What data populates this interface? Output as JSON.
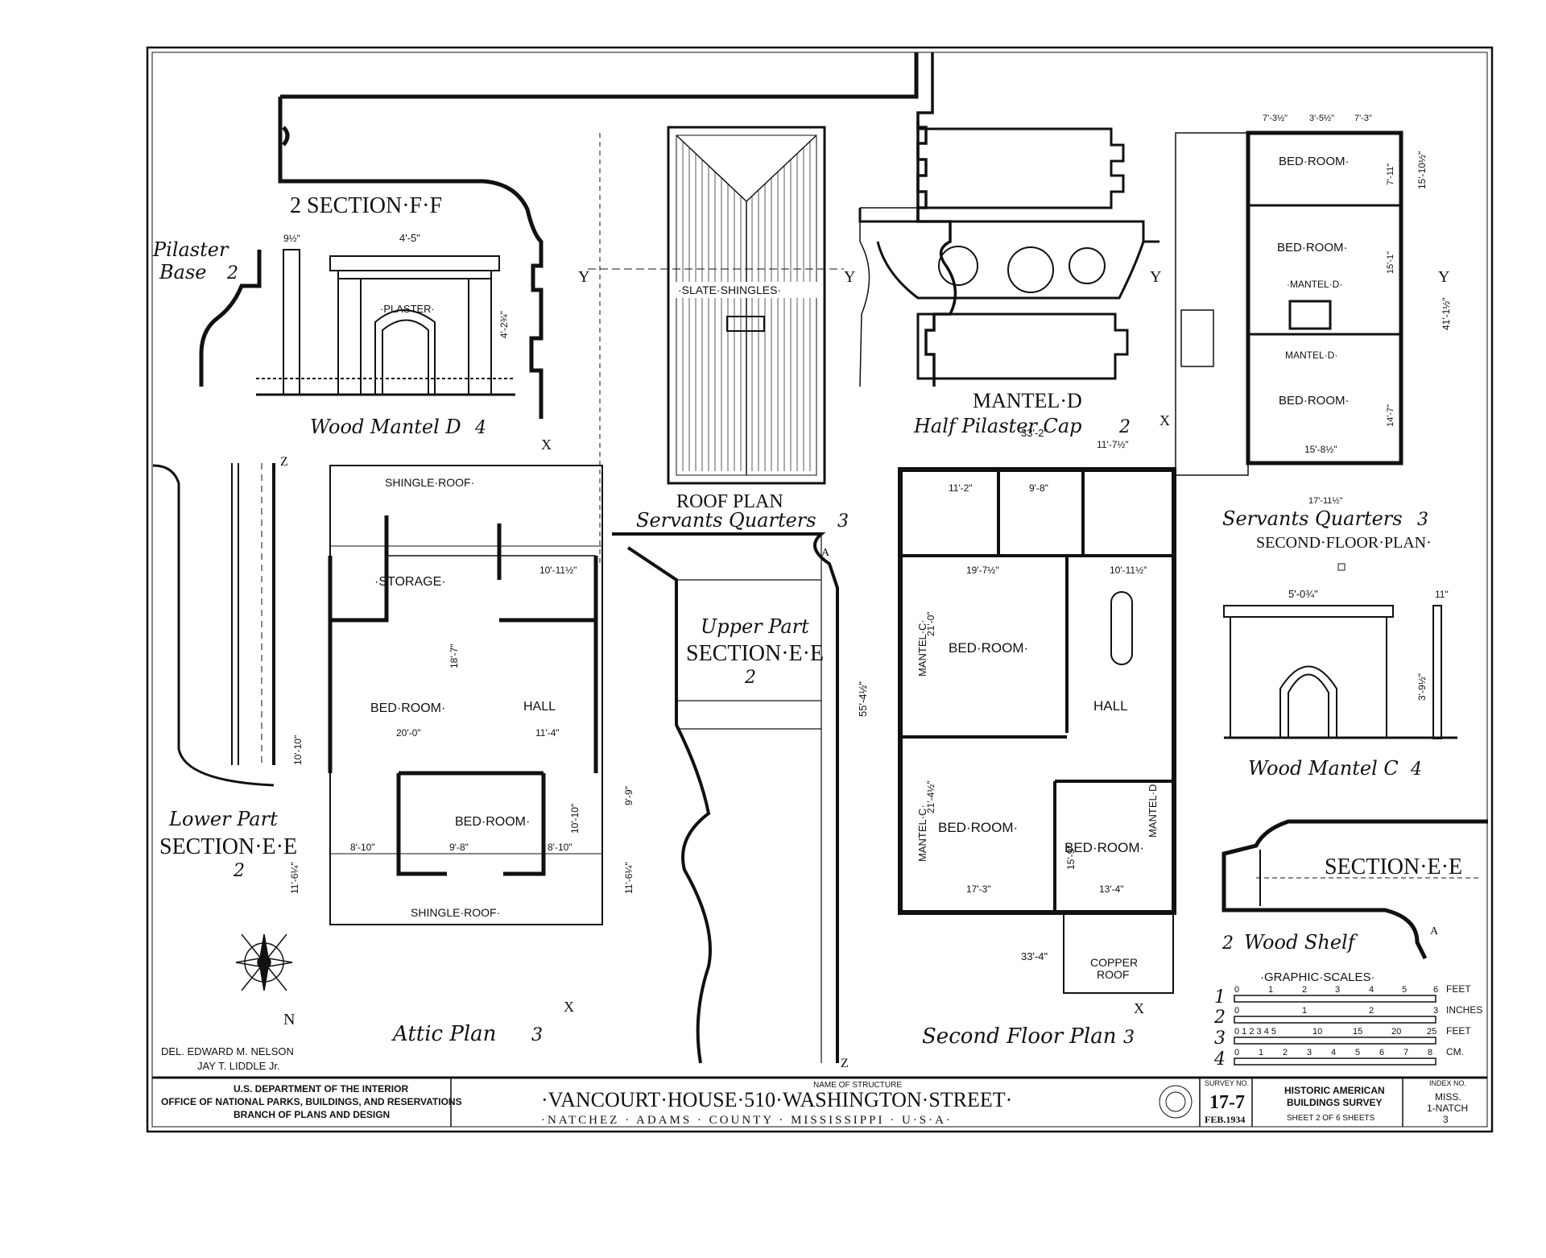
{
  "labels": {
    "section_ff": "2 SECTION·F·F",
    "pilaster_base_1": "Pilaster",
    "pilaster_base_2": "Base",
    "pilaster_base_num": "2",
    "wood_mantel_d": "Wood Mantel D",
    "wood_mantel_d_num": "4",
    "plaster": "·PLASTER·",
    "slate_shingles": "·SLATE·SHINGLES·",
    "roof_plan": "ROOF PLAN",
    "servants_quarters_roof": "Servants Quarters",
    "servants_quarters_roof_num": "3",
    "mantel_d": "MANTEL·D",
    "half_pilaster_cap": "Half Pilaster Cap",
    "half_pilaster_cap_num": "2",
    "upper_part": "Upper Part",
    "section_ee_upper": "SECTION·E·E",
    "section_ee_upper_num": "2",
    "lower_part": "Lower Part",
    "section_ee_lower": "SECTION·E·E",
    "section_ee_lower_num": "2",
    "attic_plan": "Attic Plan",
    "attic_plan_num": "3",
    "second_floor_plan_label": "Second Floor Plan",
    "second_floor_plan_num": "3",
    "servants_quarters_2nd": "Servants Quarters",
    "servants_quarters_2nd_num": "3",
    "second_floor_plan_caps": "SECOND·FLOOR·PLAN·",
    "wood_mantel_c": "Wood Mantel C",
    "wood_mantel_c_num": "4",
    "section_ee_shelf": "SECTION·E·E",
    "wood_shelf": "Wood Shelf",
    "wood_shelf_num": "2",
    "graphic_scales": "·GRAPHIC·SCALES·",
    "section_mark_y": "Y",
    "section_mark_x": "X",
    "section_mark_z": "Z",
    "section_mark_a": "A"
  },
  "rooms": {
    "attic_storage": "·STORAGE·",
    "attic_bedroom_1": "BED·ROOM·",
    "attic_hall": "HALL",
    "attic_bedroom_2": "BED·ROOM·",
    "attic_shingle_top": "SHINGLE·ROOF·",
    "attic_shingle_bottom": "SHINGLE·ROOF·",
    "second_bedroom_1": "BED·ROOM·",
    "second_hall": "HALL",
    "second_bedroom_2": "BED·ROOM·",
    "second_bedroom_3": "BED·ROOM·",
    "copper_roof_1": "COPPER",
    "copper_roof_2": "ROOF",
    "servants_bedroom_1": "BED·ROOM·",
    "servants_bedroom_2": "BED·ROOM·",
    "servants_bedroom_3": "BED·ROOM·",
    "servants_mantel_1": "·MANTEL·D·",
    "servants_mantel_2": "MANTEL·D·",
    "mantel_c_1": "MANTEL·C·",
    "mantel_c_2": "MANTEL·C·",
    "mantel_d_side": "MANTEL·D·"
  },
  "dimensions": {
    "attic_width": "20'-0\"",
    "attic_18_7": "18'-7\"",
    "attic_10_11": "10'-11½\"",
    "attic_11_4": "11'-4\"",
    "attic_9_8": "9'-8\"",
    "attic_8_10_a": "8'-10\"",
    "attic_8_10_b": "8'-10\"",
    "attic_10_10_a": "10'-10\"",
    "attic_10_10_b": "10'-10\"",
    "attic_9_9": "9'-9\"",
    "attic_11_6_a": "11'-6¼\"",
    "attic_11_6_b": "11'-6¼\"",
    "second_33_2": "33'-2\"",
    "second_33_4": "33'-4\"",
    "second_55_4": "55'-4½\"",
    "second_19_7": "19'-7½\"",
    "second_10_11": "10'-11½\"",
    "second_17_3": "17'-3\"",
    "second_13_4": "13'-4\"",
    "second_21_0": "21'-0\"",
    "second_21_4": "21'-4½\"",
    "second_11_2": "11'-2\"",
    "second_9_8": "9'-8\"",
    "second_11_7": "11'-7½\"",
    "second_15_9": "15'-9\"",
    "servants_7_3": "7'-3½\"",
    "servants_3_5": "3'-5½\"",
    "servants_7_3b": "7'-3\"",
    "servants_15_10": "15'-10½\"",
    "servants_15_8": "15'-8½\"",
    "servants_17_11": "17'-11½\"",
    "servants_41_1": "41'-1½\"",
    "servants_7_11": "7'-11\"",
    "servants_15_1": "15'-1\"",
    "servants_14_7": "14'-7\"",
    "mantel_4_5": "4'-5\"",
    "mantel_4_2": "4'-2¾\"",
    "mantel_9": "9½\"",
    "mantel_c_5_0": "5'-0¾\"",
    "mantel_c_3_9": "3'-9½\"",
    "mantel_c_11": "11\""
  },
  "compass": {
    "north": "N"
  },
  "scales": [
    {
      "num": "1",
      "ticks": [
        "0",
        "1",
        "2",
        "3",
        "4",
        "5",
        "6"
      ],
      "unit": "FEET"
    },
    {
      "num": "2",
      "ticks": [
        "0",
        "1",
        "2",
        "3"
      ],
      "unit": "INCHES"
    },
    {
      "num": "3",
      "ticks": [
        "0 1 2 3 4 5",
        "10",
        "15",
        "20",
        "25"
      ],
      "unit": "FEET"
    },
    {
      "num": "4",
      "ticks": [
        "0",
        "1",
        "2",
        "3",
        "4",
        "5",
        "6",
        "7",
        "8"
      ],
      "unit": "CM."
    }
  ],
  "credits": {
    "line1": "DEL.  EDWARD M. NELSON",
    "line2": "JAY T. LIDDLE Jr."
  },
  "title_block": {
    "agency_1": "U.S. DEPARTMENT OF THE INTERIOR",
    "agency_2": "OFFICE OF NATIONAL PARKS, BUILDINGS, AND RESERVATIONS",
    "agency_3": "BRANCH OF PLANS AND DESIGN",
    "name_caption": "NAME OF STRUCTURE",
    "structure_name": "·VANCOURT·HOUSE·510·WASHINGTON·STREET·",
    "location": "·NATCHEZ · ADAMS · COUNTY · MISSISSIPPI · U·S·A·",
    "survey_caption": "SURVEY NO.",
    "survey_no": "17-7",
    "date": "FEB.1934",
    "habs_1": "HISTORIC AMERICAN",
    "habs_2": "BUILDINGS SURVEY",
    "sheet": "SHEET 2 OF 6 SHEETS",
    "index_caption": "INDEX NO.",
    "index_1": "MISS.",
    "index_2": "1-NATCH",
    "index_3": "3"
  }
}
